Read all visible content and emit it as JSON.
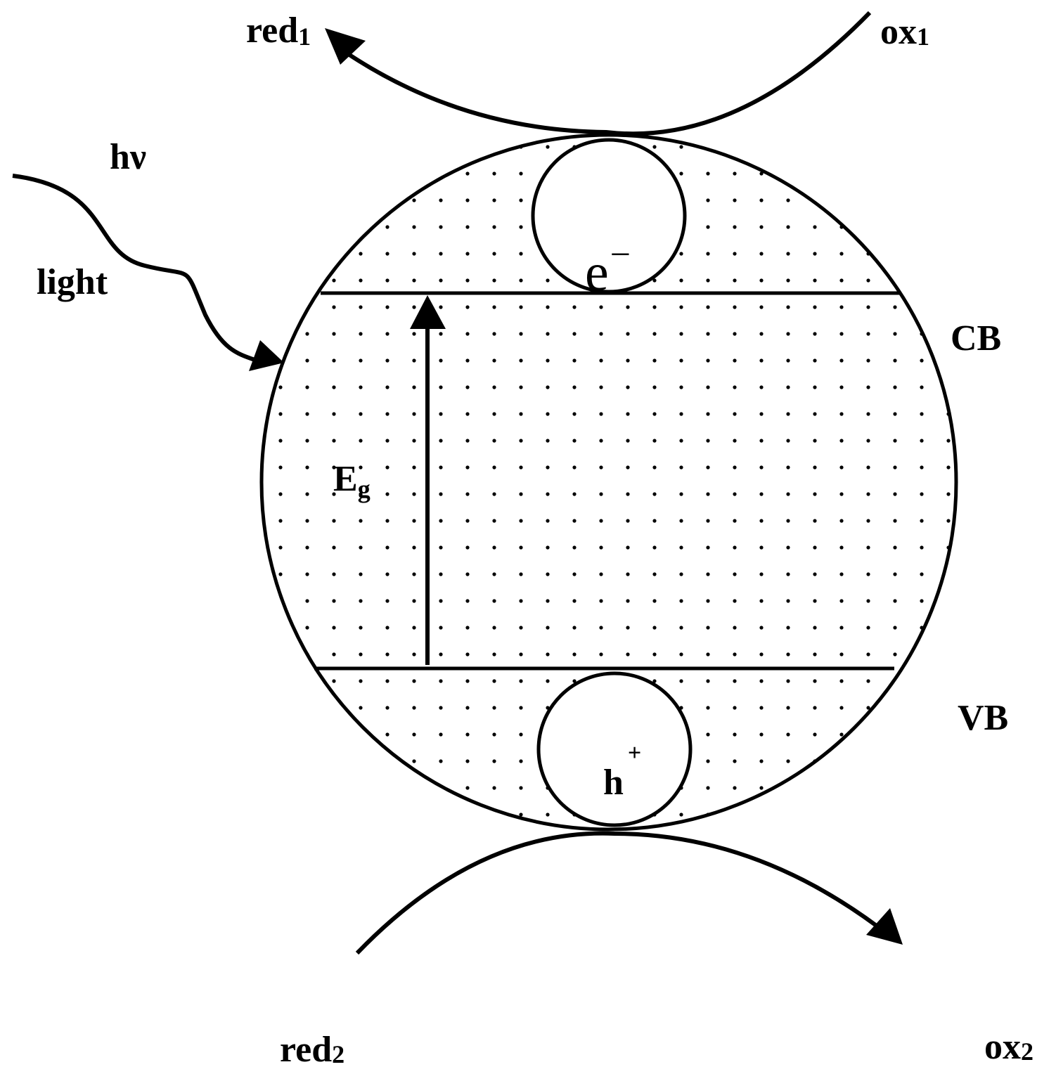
{
  "labels": {
    "red1": {
      "main": "red",
      "sub": "1"
    },
    "ox1": {
      "main": "ox",
      "sub": "1"
    },
    "hv": "hν",
    "light": "light",
    "electron": {
      "main": "e",
      "sup": "−"
    },
    "cb": "CB",
    "eg": {
      "main": "E",
      "sub": "g"
    },
    "vb": "VB",
    "hole": {
      "main": "h",
      "sup": "+"
    },
    "red2": {
      "main": "red",
      "sub": "2"
    },
    "ox2": {
      "main": "ox",
      "sub": "2"
    }
  },
  "colors": {
    "stroke": "#000000",
    "background": "#ffffff",
    "dots": "#000000"
  }
}
